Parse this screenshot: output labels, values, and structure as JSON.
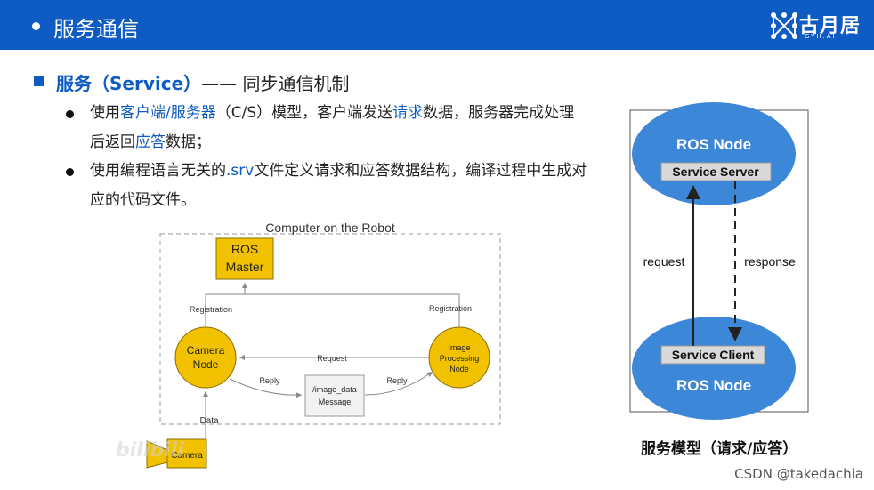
{
  "header": {
    "title": "服务通信",
    "logo_text": "古月居",
    "logo_sub": "GYH.AI"
  },
  "section": {
    "title_prefix": "服务（Service）",
    "title_suffix": "—— 同步通信机制"
  },
  "bullets": [
    {
      "segments": [
        {
          "text": "使用",
          "highlight": false
        },
        {
          "text": "客户端/服务器",
          "highlight": true
        },
        {
          "text": "（C/S）模型，客户端发送",
          "highlight": false
        },
        {
          "text": "请求",
          "highlight": true
        },
        {
          "text": "数据，服务器完成处理后返回",
          "highlight": false
        },
        {
          "text": "应答",
          "highlight": true
        },
        {
          "text": "数据；",
          "highlight": false
        }
      ]
    },
    {
      "segments": [
        {
          "text": "使用编程语言无关的",
          "highlight": false
        },
        {
          "text": ".srv",
          "highlight": true
        },
        {
          "text": "文件定义请求和应答数据结构，编译过程中生成对应的代码文件。",
          "highlight": false
        }
      ]
    }
  ],
  "left_diagram": {
    "frame_label": "Computer on the Robot",
    "master": "ROS Master",
    "camera_node": "Camera Node",
    "processing_node": "Image Processing Node",
    "message_box": "/image_data Message",
    "registration": "Registration",
    "request": "Request",
    "reply": "Reply",
    "data": "Data",
    "camera": "Camera"
  },
  "right_diagram": {
    "top_node": "ROS Node",
    "server": "Service Server",
    "request": "request",
    "response": "response",
    "client": "Service Client",
    "bottom_node": "ROS Node",
    "caption": "服务模型（请求/应答）"
  },
  "colors": {
    "header": "#0f5bc4",
    "highlight": "#0f5bc4",
    "node_yellow": "#f2c200",
    "node_blue": "#3d87d8"
  },
  "watermark": "CSDN @takedachia",
  "bili_mark": "bilibili"
}
